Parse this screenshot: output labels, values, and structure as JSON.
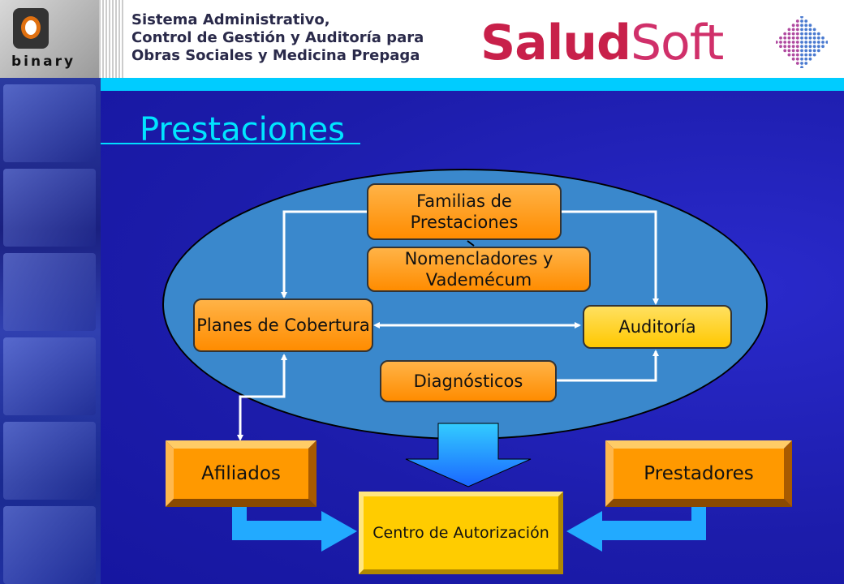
{
  "header": {
    "logo_text": "binary",
    "lines": [
      "Sistema Administrativo,",
      "Control de Gestión y Auditoría para",
      "Obras Sociales y Medicina Prepaga"
    ],
    "brand_part1": "Salud",
    "brand_part2": "Soft"
  },
  "title": "Prestaciones",
  "nodes": {
    "familias": "Familias de Prestaciones",
    "nomencladores": "Nomencladores y Vademécum",
    "planes": "Planes de Cobertura",
    "auditoria": "Auditoría",
    "diagnosticos": "Diagnósticos",
    "afiliados": "Afiliados",
    "prestadores": "Prestadores",
    "centro": "Centro de Autorización"
  },
  "colors": {
    "background": "#1a1aa8",
    "accent_cyan": "#00ccff",
    "ellipse": "#3a88cc",
    "box_orange": "#ff9900",
    "box_yellow": "#ffc800",
    "brand": "#c8204a"
  }
}
